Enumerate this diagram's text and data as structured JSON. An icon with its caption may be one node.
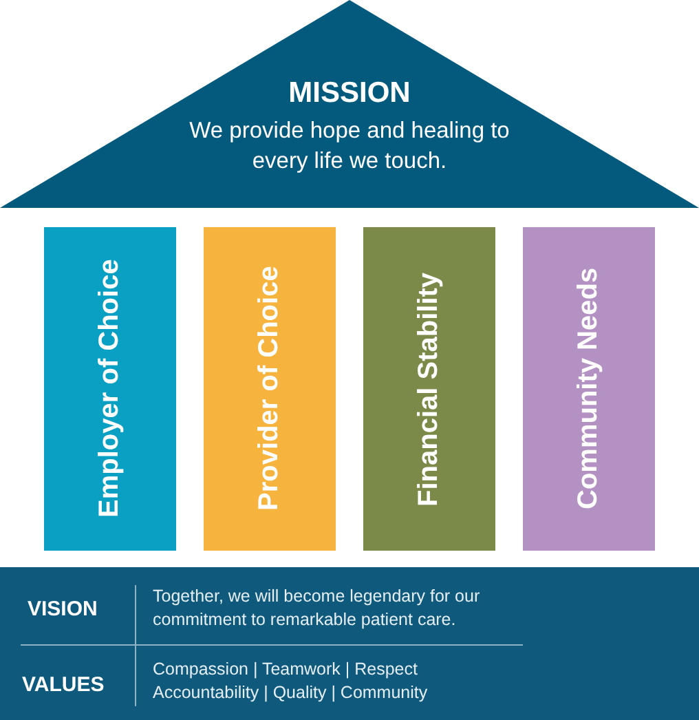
{
  "diagram": {
    "nodes": [
      {
        "text": [
          "MISSION",
          "We provide hope and healing to every life we touch."
        ]
      },
      {
        "text": [
          "Employer of Choice"
        ]
      },
      {
        "text": [
          "Provider of Choice"
        ]
      },
      {
        "text": [
          "Financial Stability"
        ]
      },
      {
        "text": [
          "Community Needs"
        ]
      },
      {
        "text": [
          "VISION",
          "Together, we will become legendary for our commitment to remarkable patient care.",
          "VALUES",
          "Compassion | Teamwork | Respect Accountability | Quality | Community"
        ]
      }
    ],
    "edges": []
  }
}
